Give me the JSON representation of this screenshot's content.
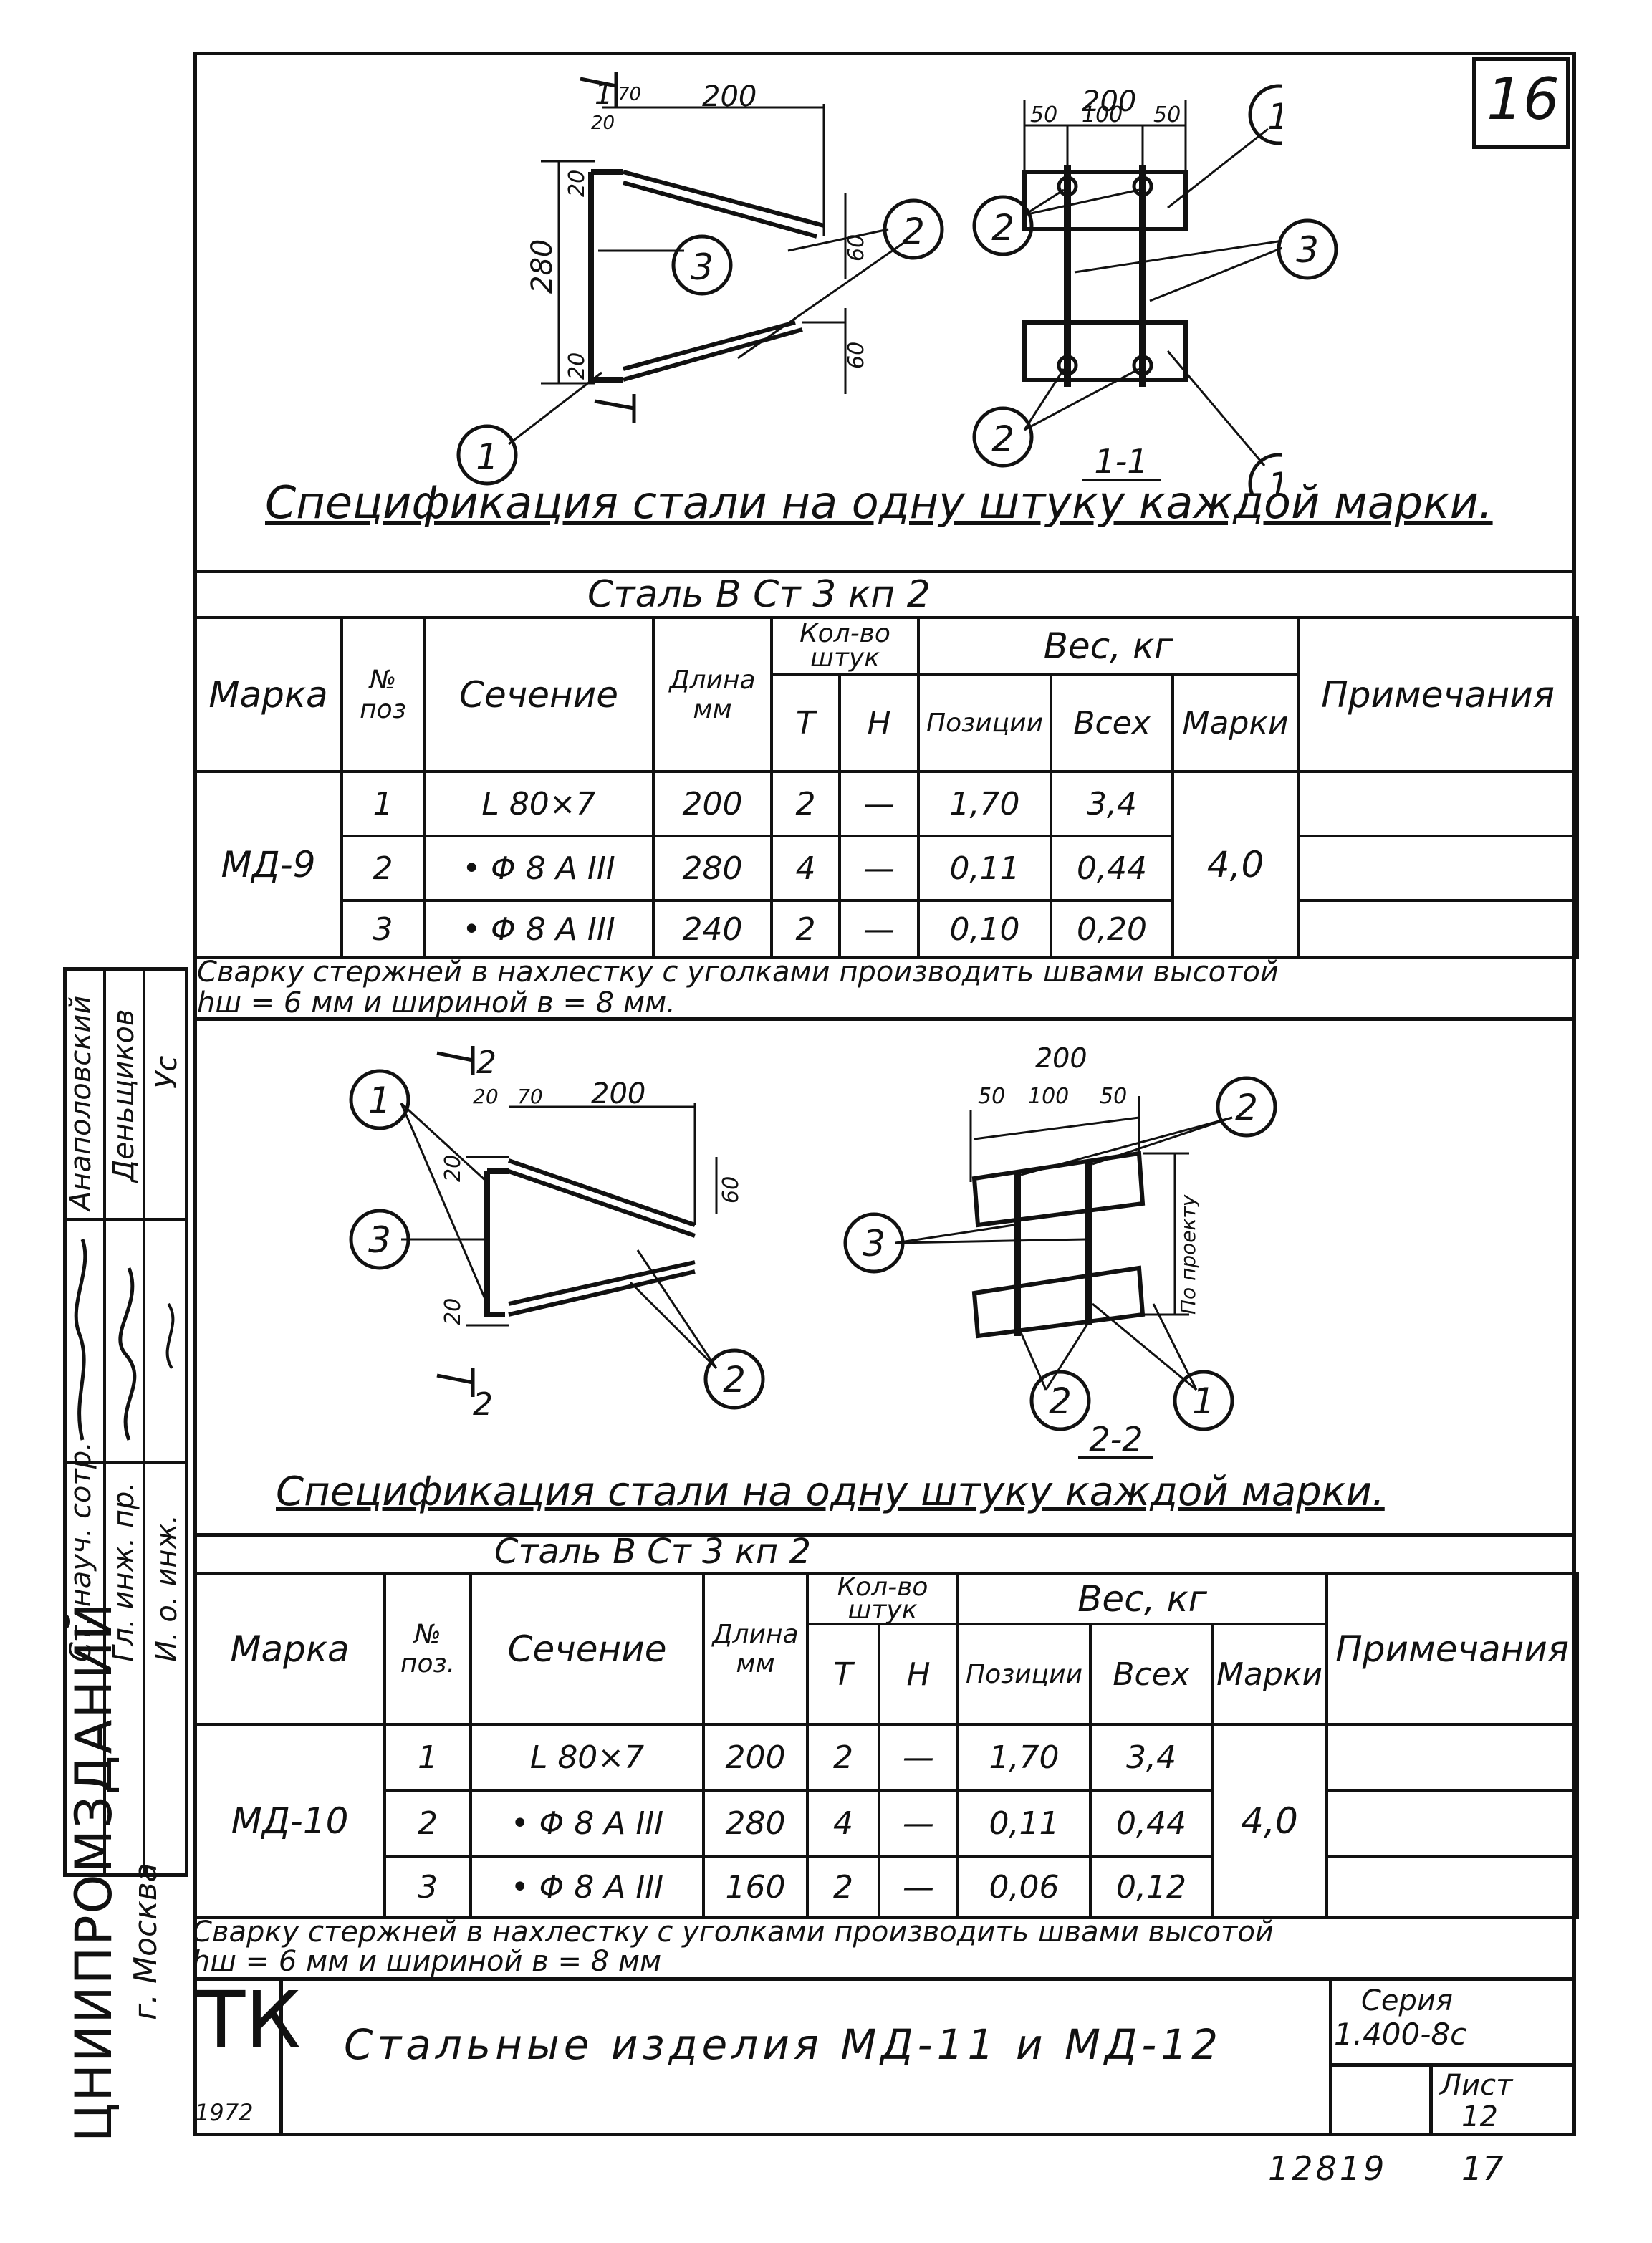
{
  "sheet_corner_number": "16",
  "section1": {
    "detail_labels": {
      "dim_200": "200",
      "dim_20a": "20",
      "dim_70": "70",
      "dim_280": "280",
      "dim_20b": "20",
      "dim_20c": "20",
      "dim_60a": "60",
      "dim_60b": "60",
      "cut_mark": "1",
      "pos1": "1",
      "pos2": "2",
      "pos3": "3"
    },
    "section_labels": {
      "dim_200": "200",
      "dim_50a": "50",
      "dim_100": "100",
      "dim_50b": "50",
      "pos1a": "1",
      "pos1b": "1",
      "pos2a": "2",
      "pos2b": "2",
      "pos3": "3",
      "cut_title": "1-1"
    },
    "spec_title": "Спецификация стали на одну штуку каждой марки.",
    "steel": "Сталь  В Ст 3 кп 2",
    "headers": {
      "mark": "Марка",
      "pos": "№\nпоз",
      "section": "Сечение",
      "length": "Длина\nмм",
      "qty": "Кол-во\nштук",
      "qty_t": "Т",
      "qty_n": "Н",
      "weight": "Вес, кг",
      "w_pos": "Позиции",
      "w_all": "Всех",
      "w_mark": "Марки",
      "notes": "Примечания"
    },
    "mark": "МД-9",
    "mark_weight": "4,0",
    "rows": [
      {
        "pos": "1",
        "section": "L 80×7",
        "length": "200",
        "t": "2",
        "n": "—",
        "w_pos": "1,70",
        "w_all": "3,4"
      },
      {
        "pos": "2",
        "section": "• Φ 8 A III",
        "length": "280",
        "t": "4",
        "n": "—",
        "w_pos": "0,11",
        "w_all": "0,44"
      },
      {
        "pos": "3",
        "section": "• Φ 8 A III",
        "length": "240",
        "t": "2",
        "n": "—",
        "w_pos": "0,10",
        "w_all": "0,20"
      }
    ],
    "note_line1": "Сварку стержней в нахлестку с уголками производить швами высотой",
    "note_line2": "hш = 6 мм  и шириной  в = 8 мм."
  },
  "section2": {
    "detail_labels": {
      "dim_20": "20",
      "dim_70": "70",
      "dim_200": "200",
      "dim_20a": "20",
      "dim_20b": "20",
      "dim_60": "60",
      "cut_top": "2",
      "cut_bottom": "2",
      "pos1": "1",
      "pos2": "2",
      "pos3": "3"
    },
    "section_labels": {
      "dim_200": "200",
      "dim_50a": "50",
      "dim_100": "100",
      "dim_50b": "50",
      "by_project": "По проекту",
      "pos1": "1",
      "pos2a": "2",
      "pos2b": "2",
      "pos3": "3",
      "cut_title": "2-2"
    },
    "spec_title": "Спецификация стали на одну штуку каждой марки.",
    "steel": "Сталь  В Ст 3 кп 2",
    "headers": {
      "mark": "Марка",
      "pos": "№\nпоз.",
      "section": "Сечение",
      "length": "Длина\nмм",
      "qty": "Кол-во\nштук",
      "qty_t": "Т",
      "qty_n": "Н",
      "weight": "Вес, кг",
      "w_pos": "Позиции",
      "w_all": "Всех",
      "w_mark": "Марки",
      "notes": "Примечания"
    },
    "mark": "МД-10",
    "mark_weight": "4,0",
    "rows": [
      {
        "pos": "1",
        "section": "L 80×7",
        "length": "200",
        "t": "2",
        "n": "—",
        "w_pos": "1,70",
        "w_all": "3,4"
      },
      {
        "pos": "2",
        "section": "• Φ 8 A III",
        "length": "280",
        "t": "4",
        "n": "—",
        "w_pos": "0,11",
        "w_all": "0,44"
      },
      {
        "pos": "3",
        "section": "• Φ 8 A III",
        "length": "160",
        "t": "2",
        "n": "—",
        "w_pos": "0,06",
        "w_all": "0,12"
      }
    ],
    "note_line1": "Сварку стержней в нахлестку с уголками производить швами высотой",
    "note_line2": "hш = 6 мм   и   шириной  в = 8 мм"
  },
  "side_block": {
    "role1": "Ст. науч. сотр.",
    "role2": "Гл. инж. пр.",
    "role3": "И. о. инж.",
    "name1": "Анаполовский",
    "name2": "Деньщиков",
    "short1": "Ус",
    "institute": "ЦНИИПРОМЗДАНИЙ",
    "city": "г. Москва"
  },
  "title_block": {
    "tk": "ТК",
    "year": "1972",
    "title": "Стальные изделия  МД-11 и МД-12",
    "series_label": "Серия",
    "series_value": "1.400-8с",
    "sheet_label": "Лист",
    "sheet_value": "12"
  },
  "footer": {
    "code": "12819",
    "page": "17"
  }
}
